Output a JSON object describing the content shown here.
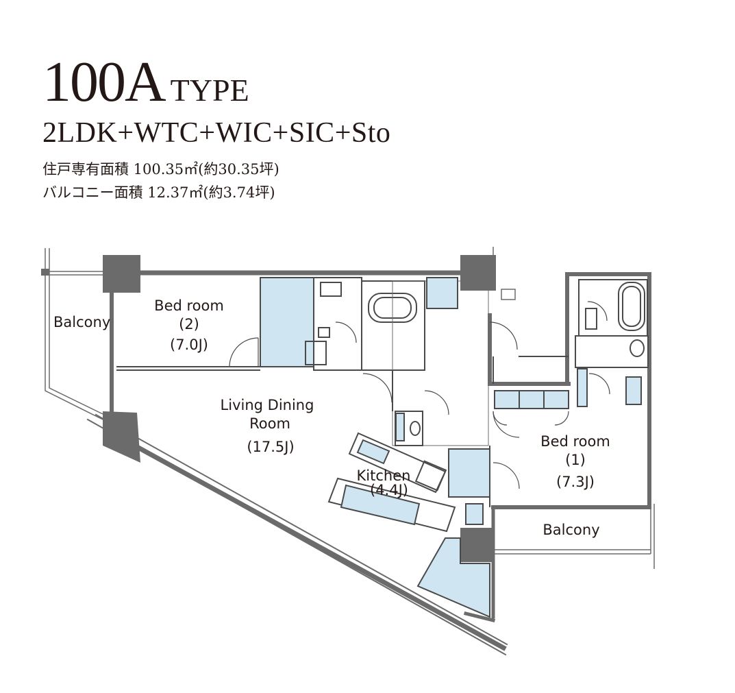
{
  "header": {
    "type_number": "100A",
    "type_word": "TYPE",
    "layout": "2LDK+WTC+WIC+SIC+Sto",
    "private_area": "住戸専有面積 100.35㎡(約30.35坪)",
    "balcony_area": "バルコニー面積 12.37㎡(約3.74坪)"
  },
  "rooms": {
    "balcony_left": "Balcony",
    "bed2_name": "Bed room",
    "bed2_num": "(2)",
    "bed2_size": "(7.0J)",
    "living_l1": "Living Dining",
    "living_l2": "Room",
    "living_size": "(17.5J)",
    "kitchen_name": "Kitchen",
    "kitchen_size": "(4.4J)",
    "bed1_name": "Bed room",
    "bed1_num": "(1)",
    "bed1_size": "(7.3J)",
    "balcony_right": "Balcony"
  },
  "colors": {
    "wall": "#6b6b6b",
    "pillar": "#6b6b6b",
    "line": "#4a4a4a",
    "storage_fill": "#cfe6f2",
    "text": "#231815"
  }
}
